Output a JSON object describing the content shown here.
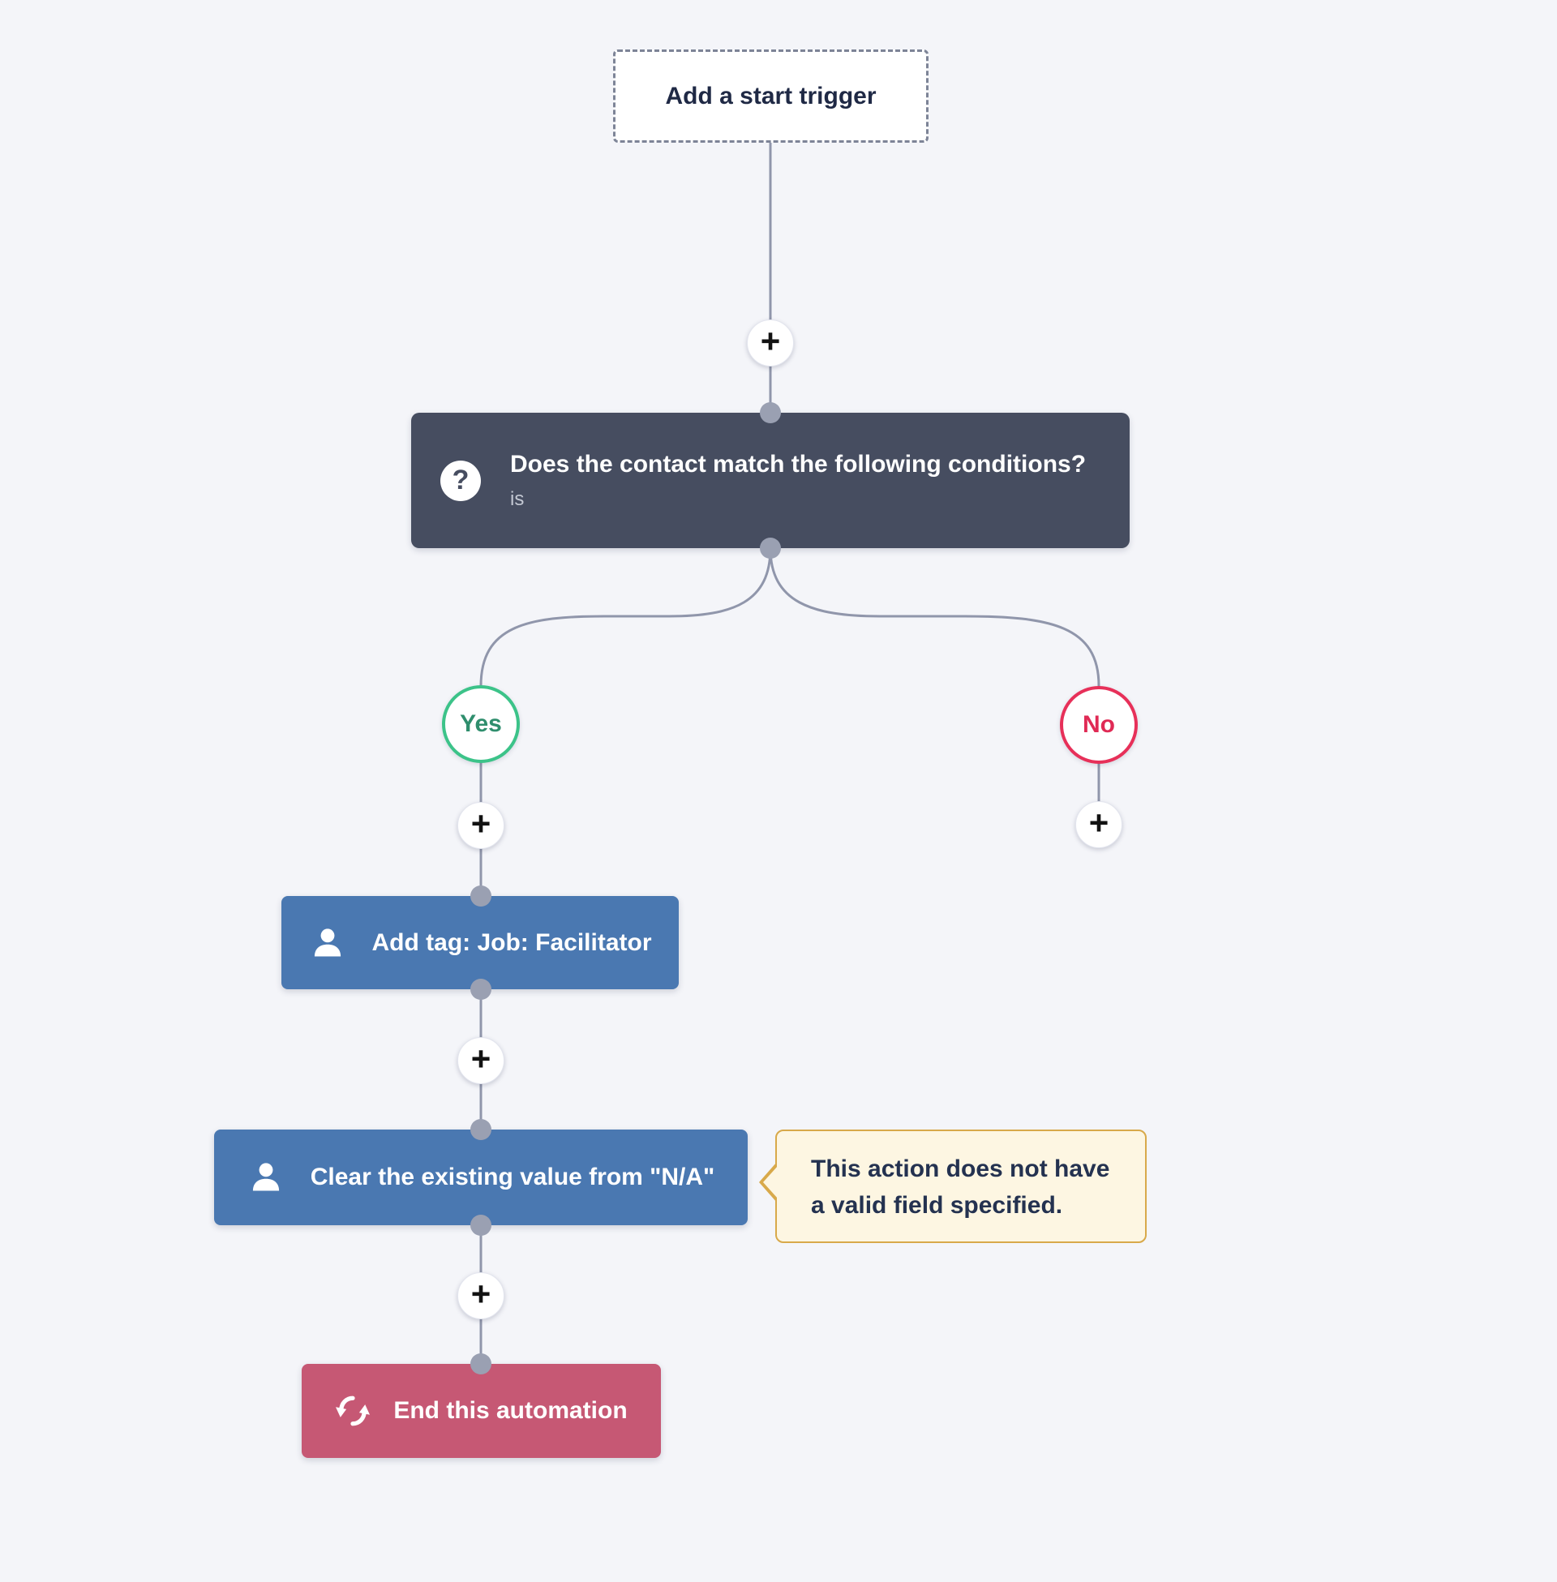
{
  "canvas": {
    "bg": "#f4f5f9"
  },
  "ui": {
    "plus": "+"
  },
  "flow": {
    "start": {
      "label": "Add a start trigger"
    },
    "condition": {
      "icon": "?",
      "title": "Does the contact match the following conditions?",
      "subtitle": "is",
      "yes_label": "Yes",
      "no_label": "No"
    },
    "actions": {
      "add_tag": {
        "label": "Add tag: Job: Facilitator"
      },
      "clear_value": {
        "label": "Clear the existing value from \"N/A\""
      },
      "end": {
        "label": "End this automation"
      }
    },
    "warning": {
      "line1": "This action does not have",
      "line2": "a valid field specified."
    }
  },
  "colors": {
    "background": "#f4f5f9",
    "condition_bg": "#464d60",
    "action_bg": "#4a78b1",
    "end_bg": "#c65874",
    "yes_border": "#3cc389",
    "yes_text": "#2f8e6d",
    "no_border": "#e73059",
    "no_text": "#e02a55",
    "connector": "#9096ab",
    "dot": "#9aa0b2",
    "warning_border": "#d8a94a",
    "warning_bg": "#fdf6e2",
    "warning_text": "#243250"
  }
}
